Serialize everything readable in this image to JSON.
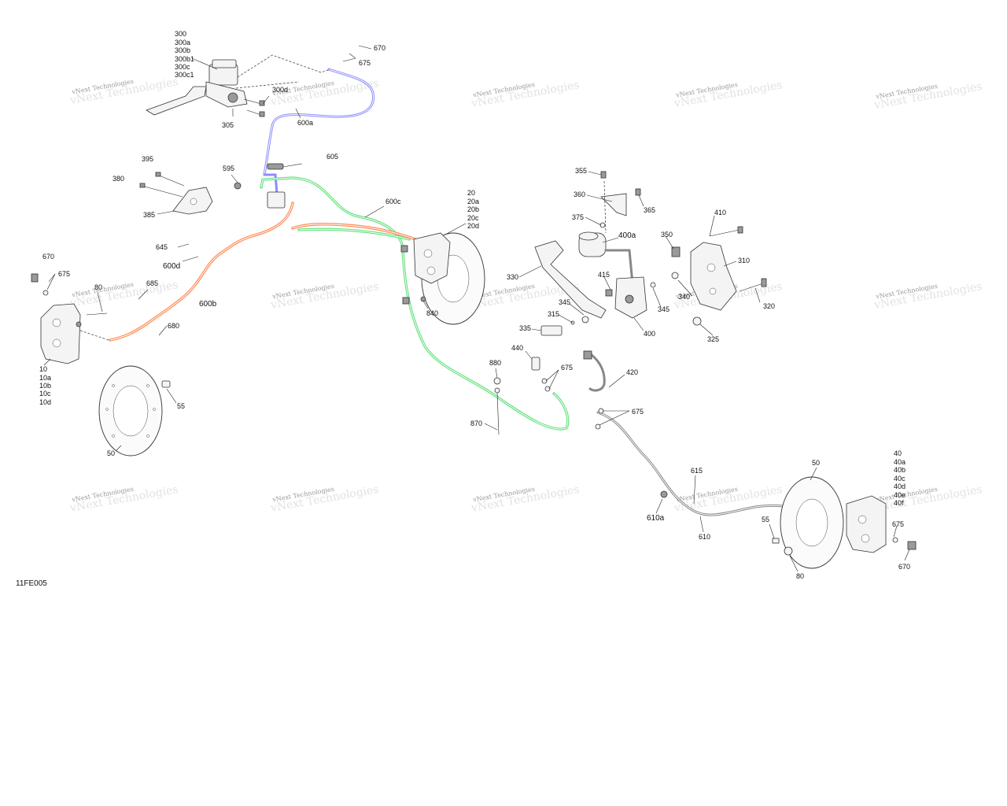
{
  "figure_code": "11FE005",
  "watermark": "vNext Technologies",
  "labels": {
    "l300": "300",
    "l300a": "300a",
    "l300b": "300b",
    "l300b1": "300b1",
    "l300c": "300c",
    "l300c1": "300c1",
    "l300d": "300d",
    "l305": "305",
    "l670a": "670",
    "l675a": "675",
    "l600a": "600a",
    "l595": "595",
    "l605": "605",
    "l395": "395",
    "l380": "380",
    "l385": "385",
    "l645": "645",
    "l600d": "600d",
    "l670b": "670",
    "l675b": "675",
    "l80a": "80",
    "l685": "685",
    "l600b": "600b",
    "l680": "680",
    "l10": "10",
    "l10a": "10a",
    "l10b": "10b",
    "l10c": "10c",
    "l10d": "10d",
    "l55a": "55",
    "l50a": "50",
    "l600c": "600c",
    "l20": "20",
    "l20a": "20a",
    "l20b": "20b",
    "l20c": "20c",
    "l20d": "20d",
    "l840": "840",
    "l880": "880",
    "l870": "870",
    "l440": "440",
    "l675c": "675",
    "l420": "420",
    "l675d": "675",
    "l355": "355",
    "l360": "360",
    "l365": "365",
    "l375": "375",
    "l400a": "400a",
    "l410": "410",
    "l350": "350",
    "l310": "310",
    "l330": "330",
    "l415": "415",
    "l345a": "345",
    "l315": "315",
    "l335": "335",
    "l400": "400",
    "l345b": "345",
    "l340": "340",
    "l320": "320",
    "l325": "325",
    "l615": "615",
    "l610a": "610a",
    "l610": "610",
    "l50b": "50",
    "l55b": "55",
    "l80b": "80",
    "l40": "40",
    "l40a": "40a",
    "l40b": "40b",
    "l40c": "40c",
    "l40d": "40d",
    "l40e": "40e",
    "l40f": "40f",
    "l675e": "675",
    "l670c": "670"
  },
  "colors": {
    "hose_600a": "#8c8cff",
    "hose_600c": "#5fe07a",
    "hose_600b": "#ff8c55",
    "hose_610": "#888888"
  }
}
